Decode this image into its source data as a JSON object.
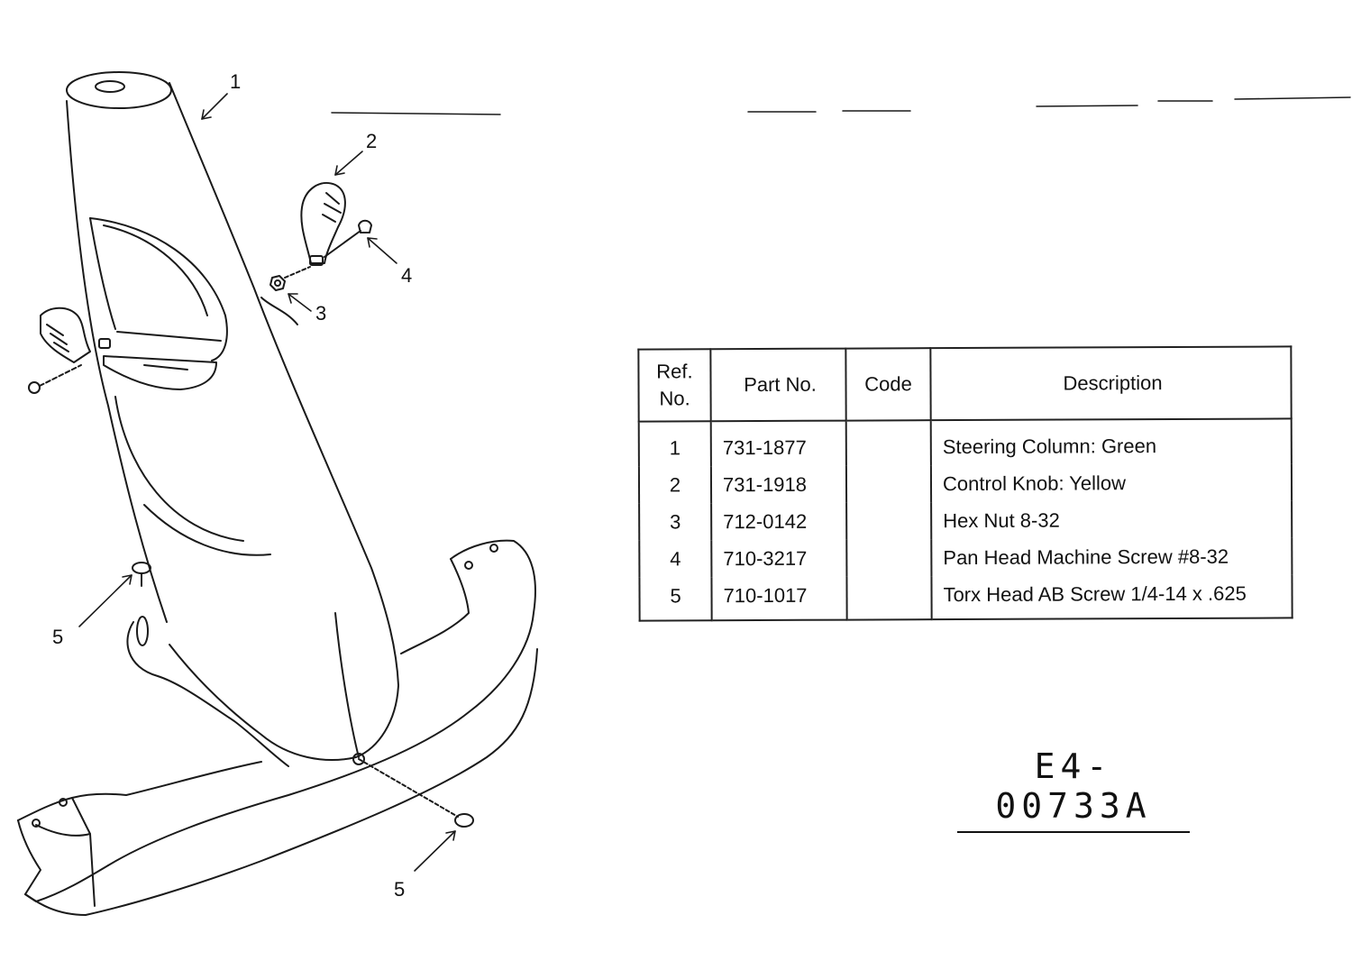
{
  "callouts": [
    {
      "label": "1"
    },
    {
      "label": "2"
    },
    {
      "label": "3"
    },
    {
      "label": "4"
    },
    {
      "label": "5"
    },
    {
      "label": "5"
    }
  ],
  "parts_table": {
    "headers": {
      "ref_no": "Ref. No.",
      "part_no": "Part No.",
      "code": "Code",
      "description": "Description"
    },
    "rows": [
      {
        "ref": "1",
        "part": "731-1877",
        "code": "",
        "desc": "Steering Column: Green"
      },
      {
        "ref": "2",
        "part": "731-1918",
        "code": "",
        "desc": "Control Knob: Yellow"
      },
      {
        "ref": "3",
        "part": "712-0142",
        "code": "",
        "desc": "Hex Nut 8-32"
      },
      {
        "ref": "4",
        "part": "710-3217",
        "code": "",
        "desc": "Pan Head Machine Screw #8-32"
      },
      {
        "ref": "5",
        "part": "710-1017",
        "code": "",
        "desc": "Torx Head AB Screw 1/4-14 x .625"
      }
    ]
  },
  "drawing_number": "E4-00733A"
}
